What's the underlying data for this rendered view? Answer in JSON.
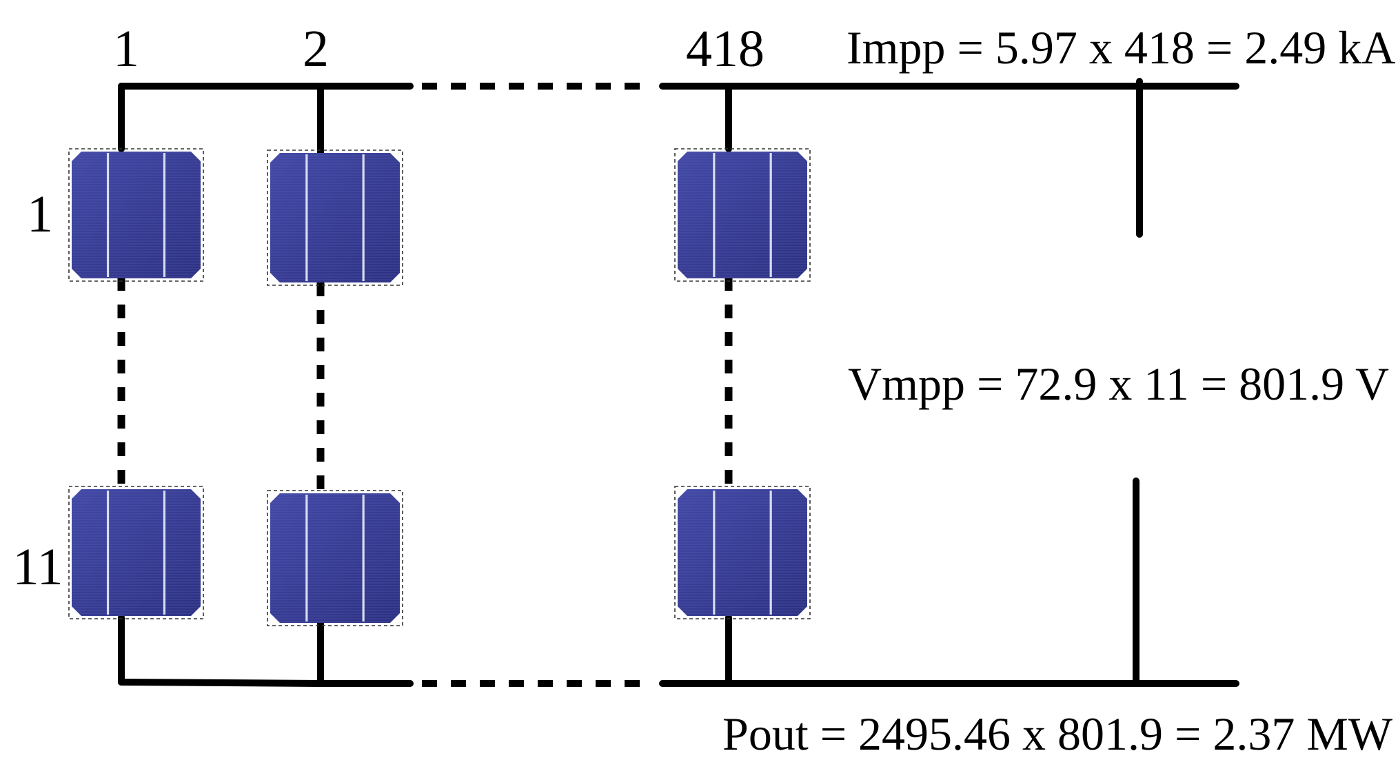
{
  "diagram": {
    "column_labels": [
      "1",
      "2",
      "418"
    ],
    "row_labels": [
      "1",
      "11"
    ],
    "equations": {
      "current": "Impp = 5.97 x 418 = 2.49 kA",
      "voltage": "Vmpp = 72.9 x 11 = 801.9 V",
      "power": "Pout = 2495.46 x 801.9 = 2.37 MW"
    },
    "colors": {
      "wire": "#000000",
      "cell_fill": "#3a3f96",
      "cell_dark": "#2a2d78",
      "busbar": "#d7dcf2"
    }
  }
}
